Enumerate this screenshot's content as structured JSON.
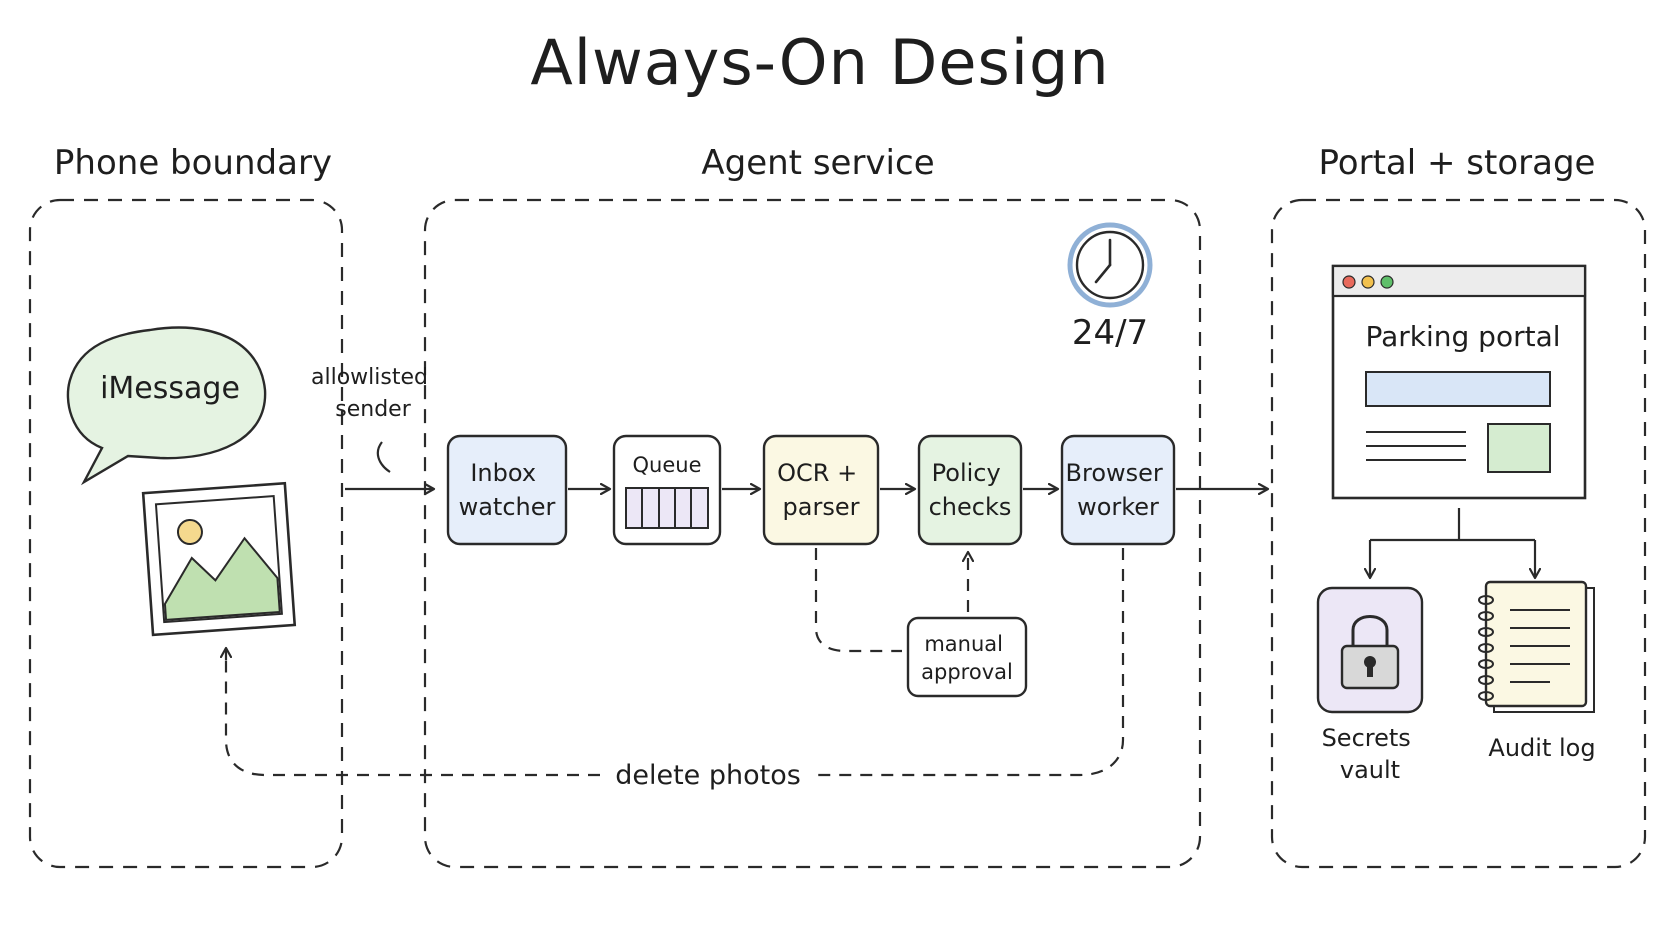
{
  "title": "Always-On Design",
  "sections": {
    "phone": "Phone boundary",
    "agent": "Agent service",
    "portal": "Portal + storage"
  },
  "phone": {
    "bubble_label": "iMessage",
    "sender_label": [
      "allowlisted",
      "sender"
    ]
  },
  "agent": {
    "clock_label": "24/7",
    "steps": [
      {
        "id": "inbox",
        "lines": [
          "Inbox",
          "watcher"
        ],
        "fill": "#e6eefa"
      },
      {
        "id": "queue",
        "lines": [
          "Queue"
        ],
        "fill": "#ffffff"
      },
      {
        "id": "ocr",
        "lines": [
          "OCR +",
          "parser"
        ],
        "fill": "#fbf8e3"
      },
      {
        "id": "policy",
        "lines": [
          "Policy",
          "checks"
        ],
        "fill": "#e5f3e2"
      },
      {
        "id": "browser",
        "lines": [
          "Browser",
          "worker"
        ],
        "fill": "#e6eefa"
      }
    ],
    "manual_approval": [
      "manual",
      "approval"
    ],
    "delete_label": "delete photos"
  },
  "portal": {
    "window_title": "Parking portal",
    "secrets_label": [
      "Secrets",
      "vault"
    ],
    "audit_label": "Audit log"
  },
  "colors": {
    "ink": "#2a2a2a",
    "bubble_fill": "#e5f3e2",
    "photo_green": "#bfe0b0",
    "photo_sun": "#f5d98e",
    "clock_ring": "#8fb0d6",
    "portal_bar": "#d9e6f7",
    "portal_block": "#d5ecd0",
    "vault_fill": "#ece7f6",
    "log_fill": "#fbf8e3",
    "dot_red": "#e86a5c",
    "dot_yellow": "#f2c14e",
    "dot_green": "#5fbf6a"
  }
}
